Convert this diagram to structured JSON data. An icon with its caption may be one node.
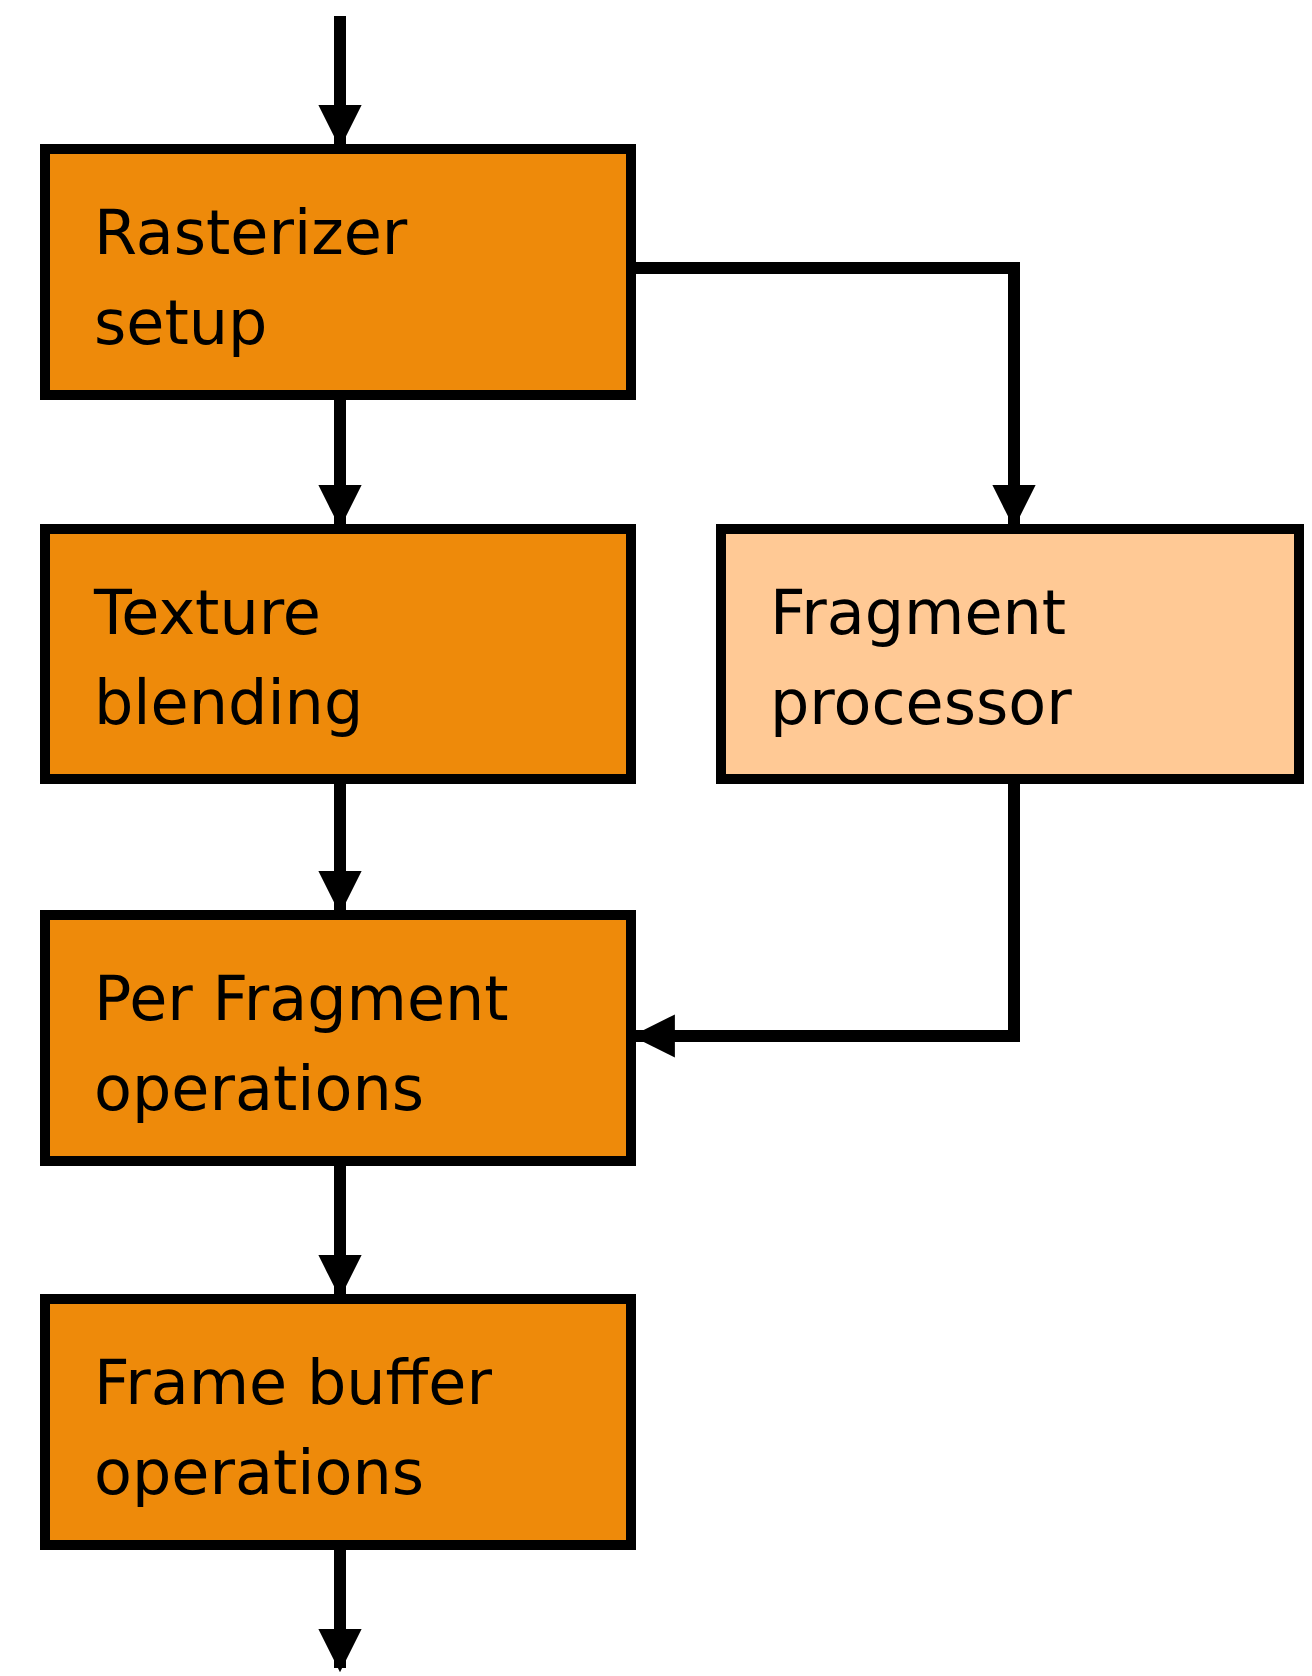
{
  "diagram": {
    "nodes": [
      {
        "text": [
          "Rasterizer setup"
        ]
      },
      {
        "text": [
          "Texture blending"
        ]
      },
      {
        "text": [
          "Fragment processor"
        ]
      },
      {
        "text": [
          "Per Fragment operations"
        ]
      },
      {
        "text": [
          "Frame buffer operations"
        ]
      }
    ],
    "edges": [
      {
        "from": null,
        "to": 0,
        "arrow": "to"
      },
      {
        "from": 0,
        "to": 1,
        "arrow": "to"
      },
      {
        "from": 0,
        "to": 2,
        "arrow": "to"
      },
      {
        "from": 1,
        "to": 3,
        "arrow": "to"
      },
      {
        "from": 2,
        "to": 3,
        "arrow": "to"
      },
      {
        "from": 3,
        "to": 4,
        "arrow": "to"
      },
      {
        "from": 4,
        "to": null,
        "arrow": "to"
      }
    ]
  }
}
